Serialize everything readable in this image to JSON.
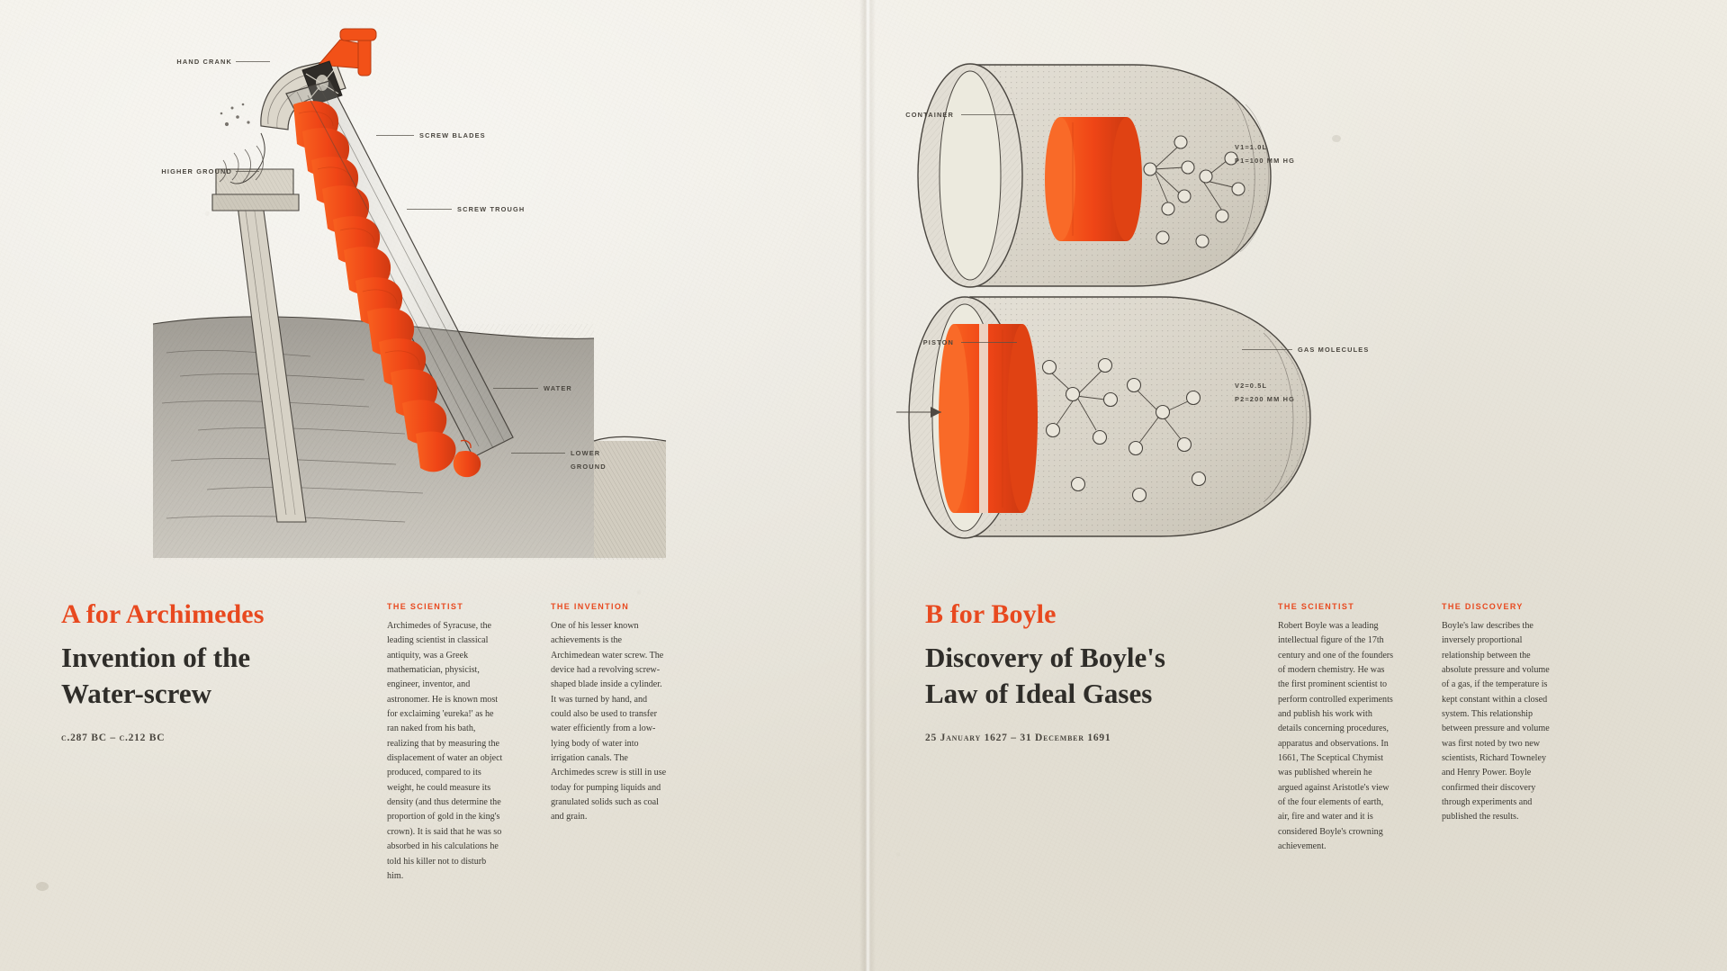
{
  "spread": {
    "accent_color": "#e8491f",
    "ink_color": "#46423c",
    "paper_color": "#eae7de"
  },
  "left_page": {
    "kicker": "A for Archimedes",
    "title_line1": "Invention of the",
    "title_line2": "Water-screw",
    "dateline": "c.287 BC – c.212 BC",
    "diagram_labels": [
      {
        "name": "hand-crank",
        "text": "HAND CRANK"
      },
      {
        "name": "higher-ground",
        "text": "HIGHER GROUND"
      },
      {
        "name": "screw-blades",
        "text": "SCREW BLADES"
      },
      {
        "name": "screw-trough",
        "text": "SCREW TROUGH"
      },
      {
        "name": "water",
        "text": "WATER"
      },
      {
        "name": "lower-ground-1",
        "text": "LOWER"
      },
      {
        "name": "lower-ground-2",
        "text": "GROUND"
      }
    ],
    "columns": [
      {
        "heading": "THE SCIENTIST",
        "body": "Archimedes of Syracuse, the leading scientist in classical antiquity, was a Greek mathematician, physicist, engineer, inventor, and astronomer. He is known most for exclaiming 'eureka!' as he ran naked from his bath, realizing that by measuring the displacement of water an object produced, compared to its weight, he could measure its density (and thus determine the proportion of gold in the king's crown). It is said that he was so absorbed in his calculations he told his killer not to disturb him."
      },
      {
        "heading": "THE INVENTION",
        "body": "One of his lesser known achievements is the Archimedean water screw. The device had a revolving screw-shaped blade inside a cylinder. It was turned by hand, and could also be used to transfer water efficiently from a low-lying body of water into irrigation canals. The Archimedes screw is still in use today for pumping liquids and granulated solids such as coal and grain."
      }
    ]
  },
  "right_page": {
    "kicker": "B for Boyle",
    "title_line1": "Discovery of Boyle's",
    "title_line2": "Law of Ideal Gases",
    "dateline": "25 January 1627 – 31 December 1691",
    "diagram_labels": [
      {
        "name": "container",
        "text": "CONTAINER"
      },
      {
        "name": "piston",
        "text": "PISTON"
      },
      {
        "name": "gas-molecules",
        "text": "GAS MOLECULES"
      }
    ],
    "measurements": [
      {
        "name": "volume-1",
        "text": "V1=1.0L"
      },
      {
        "name": "pressure-1",
        "text": "P1=100 MM HG"
      },
      {
        "name": "volume-2",
        "text": "V2=0.5L"
      },
      {
        "name": "pressure-2",
        "text": "P2=200 MM HG"
      }
    ],
    "columns": [
      {
        "heading": "THE SCIENTIST",
        "body": "Robert Boyle was a leading intellectual figure of the 17th century and one of the founders of modern chemistry. He was the first prominent scientist to perform controlled experiments and publish his work with details concerning procedures, apparatus and observations. In 1661, The Sceptical Chymist was published wherein he argued against Aristotle's view of the four elements of earth, air, fire and water and it is considered Boyle's crowning achievement."
      },
      {
        "heading": "THE DISCOVERY",
        "body": "Boyle's law describes the inversely proportional relationship between the absolute pressure and volume of a gas, if the temperature is kept constant within a closed system. This relationship between pressure and volume was first noted by two new scientists, Richard Towneley and Henry Power. Boyle confirmed their discovery through experiments and published the results."
      }
    ]
  }
}
